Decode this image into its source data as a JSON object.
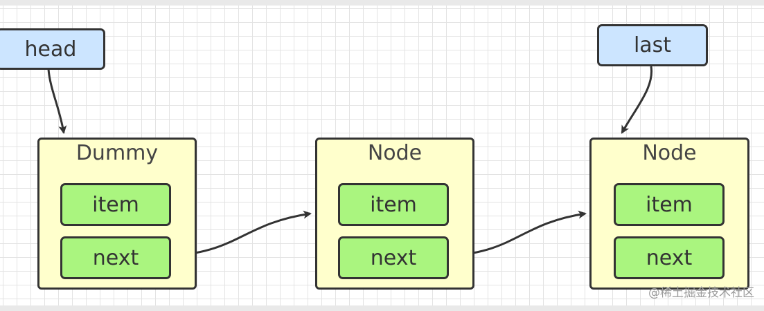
{
  "pointers": {
    "head": "head",
    "last": "last"
  },
  "nodes": [
    {
      "title": "Dummy",
      "item": "item",
      "next": "next"
    },
    {
      "title": "Node",
      "item": "item",
      "next": "next"
    },
    {
      "title": "Node",
      "item": "item",
      "next": "next"
    }
  ],
  "watermark": "@稀土掘金技术社区",
  "colors": {
    "pointer_fill": "#cce5ff",
    "node_fill": "#ffffcc",
    "field_fill": "#aaf57f",
    "stroke": "#333333"
  }
}
